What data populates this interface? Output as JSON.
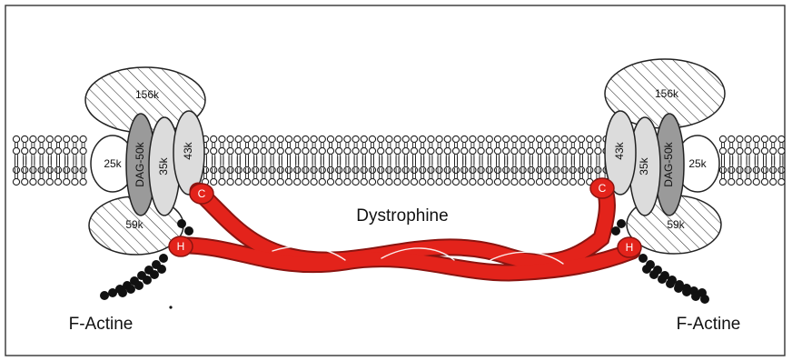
{
  "diagram": {
    "title": "Dystrophine",
    "proteins": {
      "p156": "156k",
      "dag": "DAG-50k",
      "p35": "35k",
      "p43": "43k",
      "p25": "25k",
      "p59": "59k"
    },
    "terminals": {
      "c": "C",
      "h": "H"
    },
    "actin_label": "F-Actine",
    "colors": {
      "dystrophin": "#e3231b",
      "dystrophin_dark": "#8a1410",
      "membrane": "#222222",
      "protein_fill_light": "#dcdcdc",
      "protein_fill_dark": "#9a9a9a",
      "frame": "#333333"
    }
  }
}
